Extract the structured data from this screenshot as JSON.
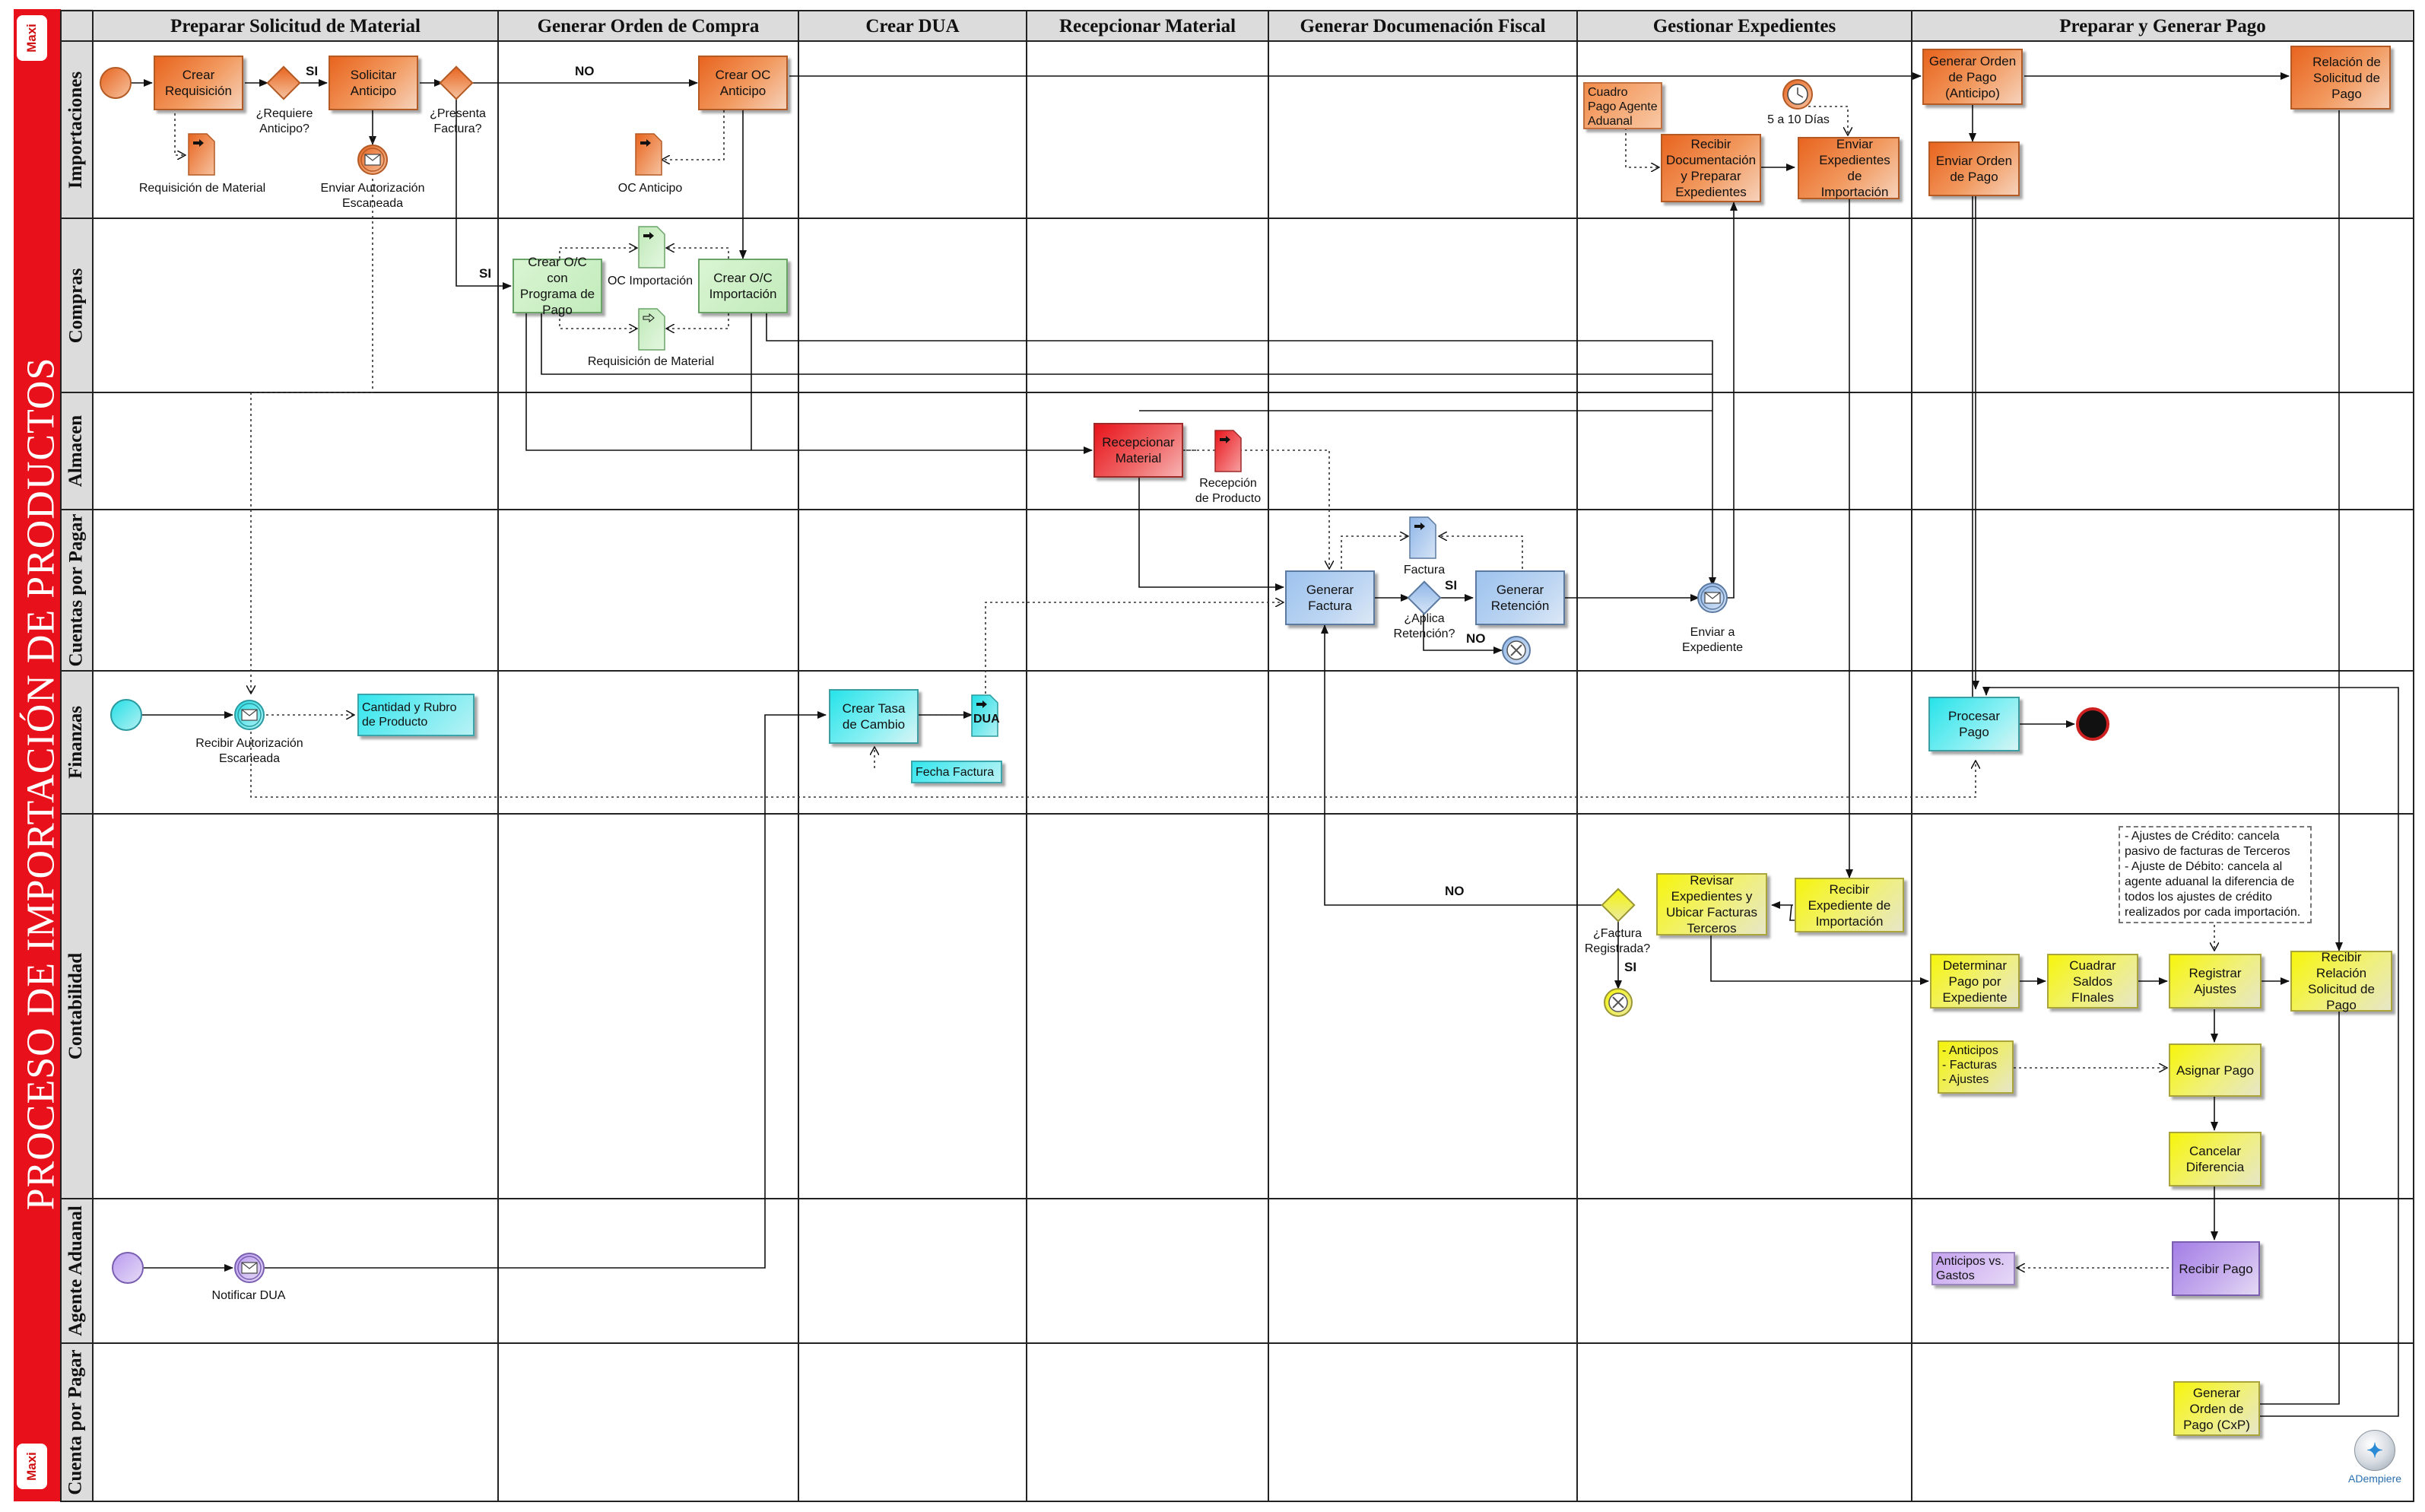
{
  "title": "PROCESO DE IMPORTACIÓN DE PRODUCTOS",
  "logo_text": "Maxi",
  "brand_text": "ADempiere",
  "colors": {
    "frame_red": "#e8101a",
    "lane_header_bg": "#dcdcdc",
    "grid_line": "#222222"
  },
  "phases": [
    "Preparar Solicitud de Material",
    "Generar Orden de Compra",
    "Crear DUA",
    "Recepcionar Material",
    "Generar Documenación Fiscal",
    "Gestionar Expedientes",
    "Preparar y Generar Pago"
  ],
  "lanes": [
    "Importaciones",
    "Compras",
    "Almacen",
    "Cuentas por Pagar",
    "Finanzas",
    "Contabilidad",
    "Agente Aduanal",
    "Cuenta por Pagar"
  ],
  "tasks": {
    "crear_requisicion": "Crear Requisición",
    "solicitar_anticipo": "Solicitar Anticipo",
    "crear_oc_anticipo": "Crear OC Anticipo",
    "crear_oc_programa": "Crear O/C con Programa de Pago",
    "crear_oc_importacion": "Crear O/C Importación",
    "recepcionar_material": "Recepcionar Material",
    "generar_factura": "Generar Factura",
    "generar_retencion": "Generar Retención",
    "recibir_documentacion": "Recibir Documentación y Preparar Expedientes",
    "enviar_expedientes": "Enviar Expedientes de Importación",
    "generar_orden_pago_anticipo": "Generar Orden de Pago (Anticipo)",
    "enviar_orden_pago": "Enviar Orden de Pago",
    "relacion_solicitud_pago": "Relación de Solicitud de Pago",
    "crear_tasa_cambio": "Crear Tasa de Cambio",
    "procesar_pago": "Procesar Pago",
    "revisar_expedientes": "Revisar Expedientes y Ubicar Facturas Terceros",
    "recibir_expediente_importacion": "Recibir Expediente de Importación",
    "determinar_pago": "Determinar Pago por Expediente",
    "cuadrar_saldos": "Cuadrar Saldos FInales",
    "registrar_ajustes": "Registrar Ajustes",
    "recibir_relacion": "Recibir Relación Solicitud de Pago",
    "asignar_pago": "Asignar Pago",
    "cancelar_diferencia": "Cancelar Diferencia",
    "recibir_pago": "Recibir Pago",
    "generar_orden_pago_cxp": "Generar Orden de Pago (CxP)"
  },
  "data_objects": {
    "cuadro_pago": "Cuadro Pago Agente Aduanal",
    "cantidad_rubro": "Cantidad y Rubro de Producto",
    "fecha_factura": "Fecha Factura",
    "anticipos_list": "- Anticipos\n- Facturas\n- Ajustes",
    "anticipos_gastos": "Anticipos vs. Gastos",
    "ajustes_note": "- Ajustes de Crédito: cancela pasivo de facturas de Terceros\n- Ajuste de Débito: cancela al agente aduanal la diferencia de todos los ajustes de crédito realizados por cada importación."
  },
  "labels": {
    "requisicion_material_1": "Requisición de Material",
    "enviar_autorizacion": "Enviar Autorización\nEscaneada",
    "oc_anticipo_doc": "OC Anticipo",
    "oc_importacion_doc": "OC Importación",
    "requisicion_material_2": "Requisición de Material",
    "recepcion_producto": "Recepción\nde Producto",
    "factura_doc": "Factura",
    "aplica_retencion": "¿Aplica\nRetención?",
    "enviar_expediente": "Enviar a\nExpediente",
    "recibir_autorizacion": "Recibir Autorización\nEscaneada",
    "dua_doc": "DUA",
    "notificar_dua": "Notificar DUA",
    "factura_registrada": "¿Factura\nRegistrada?",
    "requiere_anticipo": "¿Requiere\nAnticipo?",
    "presenta_factura": "¿Presenta\nFactura?",
    "timer_days": "5 a 10 Días"
  },
  "flow_labels": {
    "si_1": "SI",
    "no_1": "NO",
    "si_2": "SI",
    "si_3": "SI",
    "no_2": "NO",
    "no_3": "NO",
    "si_4": "SI"
  }
}
